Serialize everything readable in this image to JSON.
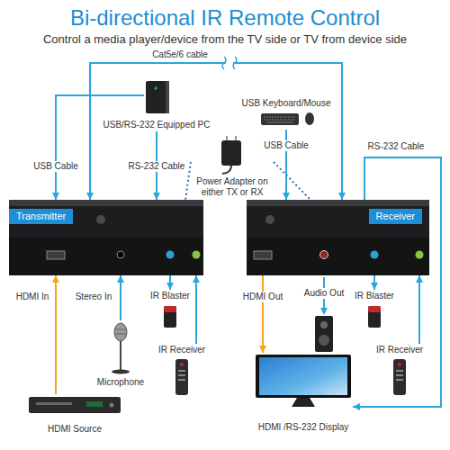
{
  "diagram": {
    "title": "Bi-directional IR Remote Control",
    "nodes": [
      {
        "text": [
          "Transmitter"
        ]
      },
      {
        "text": [
          "USB/RS-232 Equipped PC"
        ]
      },
      {
        "text": [
          "Power Adapter on either TX or RX"
        ]
      },
      {
        "text": [
          "USB Keyboard/Mouse"
        ]
      },
      {
        "text": [
          "Receiver"
        ]
      },
      {
        "text": [
          "IR Blaster"
        ]
      },
      {
        "text": [
          "IR Receiver"
        ]
      },
      {
        "text": [
          "Microphone"
        ]
      },
      {
        "text": [
          "IR Blaster"
        ]
      },
      {
        "text": [
          "IR Receiver"
        ]
      },
      {
        "text": [
          "HDMI Source"
        ]
      },
      {
        "text": [
          "HDMI /RS-232 Display"
        ]
      }
    ],
    "edges": [
      {
        "from": 0,
        "to": 4,
        "label": "Cat5e/6 cable",
        "arrow": "both"
      },
      {
        "from": 1,
        "to": 0,
        "label": "USB Cable",
        "arrow": "to"
      },
      {
        "from": 1,
        "to": 0,
        "label": "RS-232 Cable",
        "arrow": "to"
      },
      {
        "from": 2,
        "to": 0,
        "arrow": "none"
      },
      {
        "from": 2,
        "to": 4,
        "arrow": "none"
      },
      {
        "from": 3,
        "to": 4,
        "label": "USB Cable",
        "arrow": "to"
      },
      {
        "from": 4,
        "to": 11,
        "label": "RS-232 Cable",
        "arrow": "to"
      },
      {
        "from": 10,
        "to": 0,
        "label": "HDMI In",
        "arrow": "to"
      },
      {
        "from": 7,
        "to": 0,
        "label": "Stereo In",
        "arrow": "to"
      },
      {
        "from": 0,
        "to": 5,
        "arrow": "to"
      },
      {
        "from": 6,
        "to": 0,
        "arrow": "to"
      },
      {
        "from": 4,
        "to": 11,
        "label": "HDMI Out",
        "arrow": "to"
      },
      {
        "from": 4,
        "to": 8,
        "arrow": "to"
      },
      {
        "from": 9,
        "to": 4,
        "arrow": "to"
      }
    ],
    "labels": [
      "Control a media player/device from the TV side or TV from device side",
      "Audio Out"
    ]
  }
}
